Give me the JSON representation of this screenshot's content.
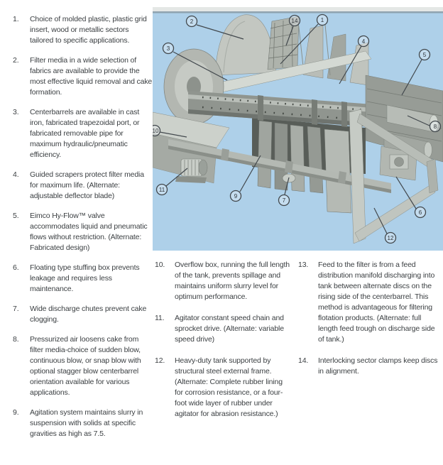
{
  "page": {
    "background": "#ffffff",
    "text_color": "#3c4043"
  },
  "columns": {
    "left": [
      {
        "num": "1.",
        "text": "Choice of molded plastic, plastic grid insert, wood or metallic sectors tailored to specific applications."
      },
      {
        "num": "2.",
        "text": "Filter media in a wide selection of fabrics are available to provide the most effective liquid removal and cake formation."
      },
      {
        "num": "3.",
        "text": "Centerbarrels are available in cast iron, fabricated trapezoidal port, or fabricated removable pipe for maximum hydraulic/pneumatic efficiency."
      },
      {
        "num": "4.",
        "text": "Guided scrapers protect filter media for maximum life. (Alternate: adjustable deflector blade)"
      },
      {
        "num": "5.",
        "text": "Eimco Hy-Flow™ valve accommodates liquid and pneumatic flows without restriction. (Alternate: Fabricated design)"
      },
      {
        "num": "6.",
        "text": "Floating type stuffing box prevents leakage and requires less maintenance."
      },
      {
        "num": "7.",
        "text": "Wide discharge chutes prevent cake clogging."
      },
      {
        "num": "8.",
        "text": "Pressurized air loosens cake from filter media-choice of sudden blow, continuous blow, or snap blow with optional stagger blow centerbarrel orientation available for various applications."
      },
      {
        "num": "9.",
        "text": "Agitation system maintains slurry in suspension with solids at specific gravities as high as 7.5."
      }
    ],
    "middle": [
      {
        "num": "10.",
        "text": "Overflow box, running the full length of the tank, prevents spillage and maintains uniform slurry level for optimum performance."
      },
      {
        "num": "11.",
        "text": "Agitator constant speed chain and sprocket drive. (Alternate: variable speed drive)"
      },
      {
        "num": "12.",
        "text": "Heavy-duty tank supported by structural steel external frame. (Alternate: Complete rubber lining for corrosion resistance, or a four-foot wide layer of rubber under agitator for abrasion resistance.)"
      }
    ],
    "right": [
      {
        "num": "13.",
        "text": "Feed to the filter is from a feed distribution manifold discharging into tank between alternate discs on the rising side of the centerbarrel. This method is advantageous for filtering flotation products. (Alternate: full length feed trough on discharge side of tank.)"
      },
      {
        "num": "14.",
        "text": "Interlocking sector clamps keep discs in alignment."
      }
    ]
  },
  "figure": {
    "background_color": "#aed0e9",
    "callouts": [
      {
        "num": "1"
      },
      {
        "num": "2"
      },
      {
        "num": "3"
      },
      {
        "num": "4"
      },
      {
        "num": "5"
      },
      {
        "num": "6"
      },
      {
        "num": "7"
      },
      {
        "num": "8"
      },
      {
        "num": "9"
      },
      {
        "num": "10"
      },
      {
        "num": "11"
      },
      {
        "num": "12"
      },
      {
        "num": "14"
      }
    ]
  }
}
